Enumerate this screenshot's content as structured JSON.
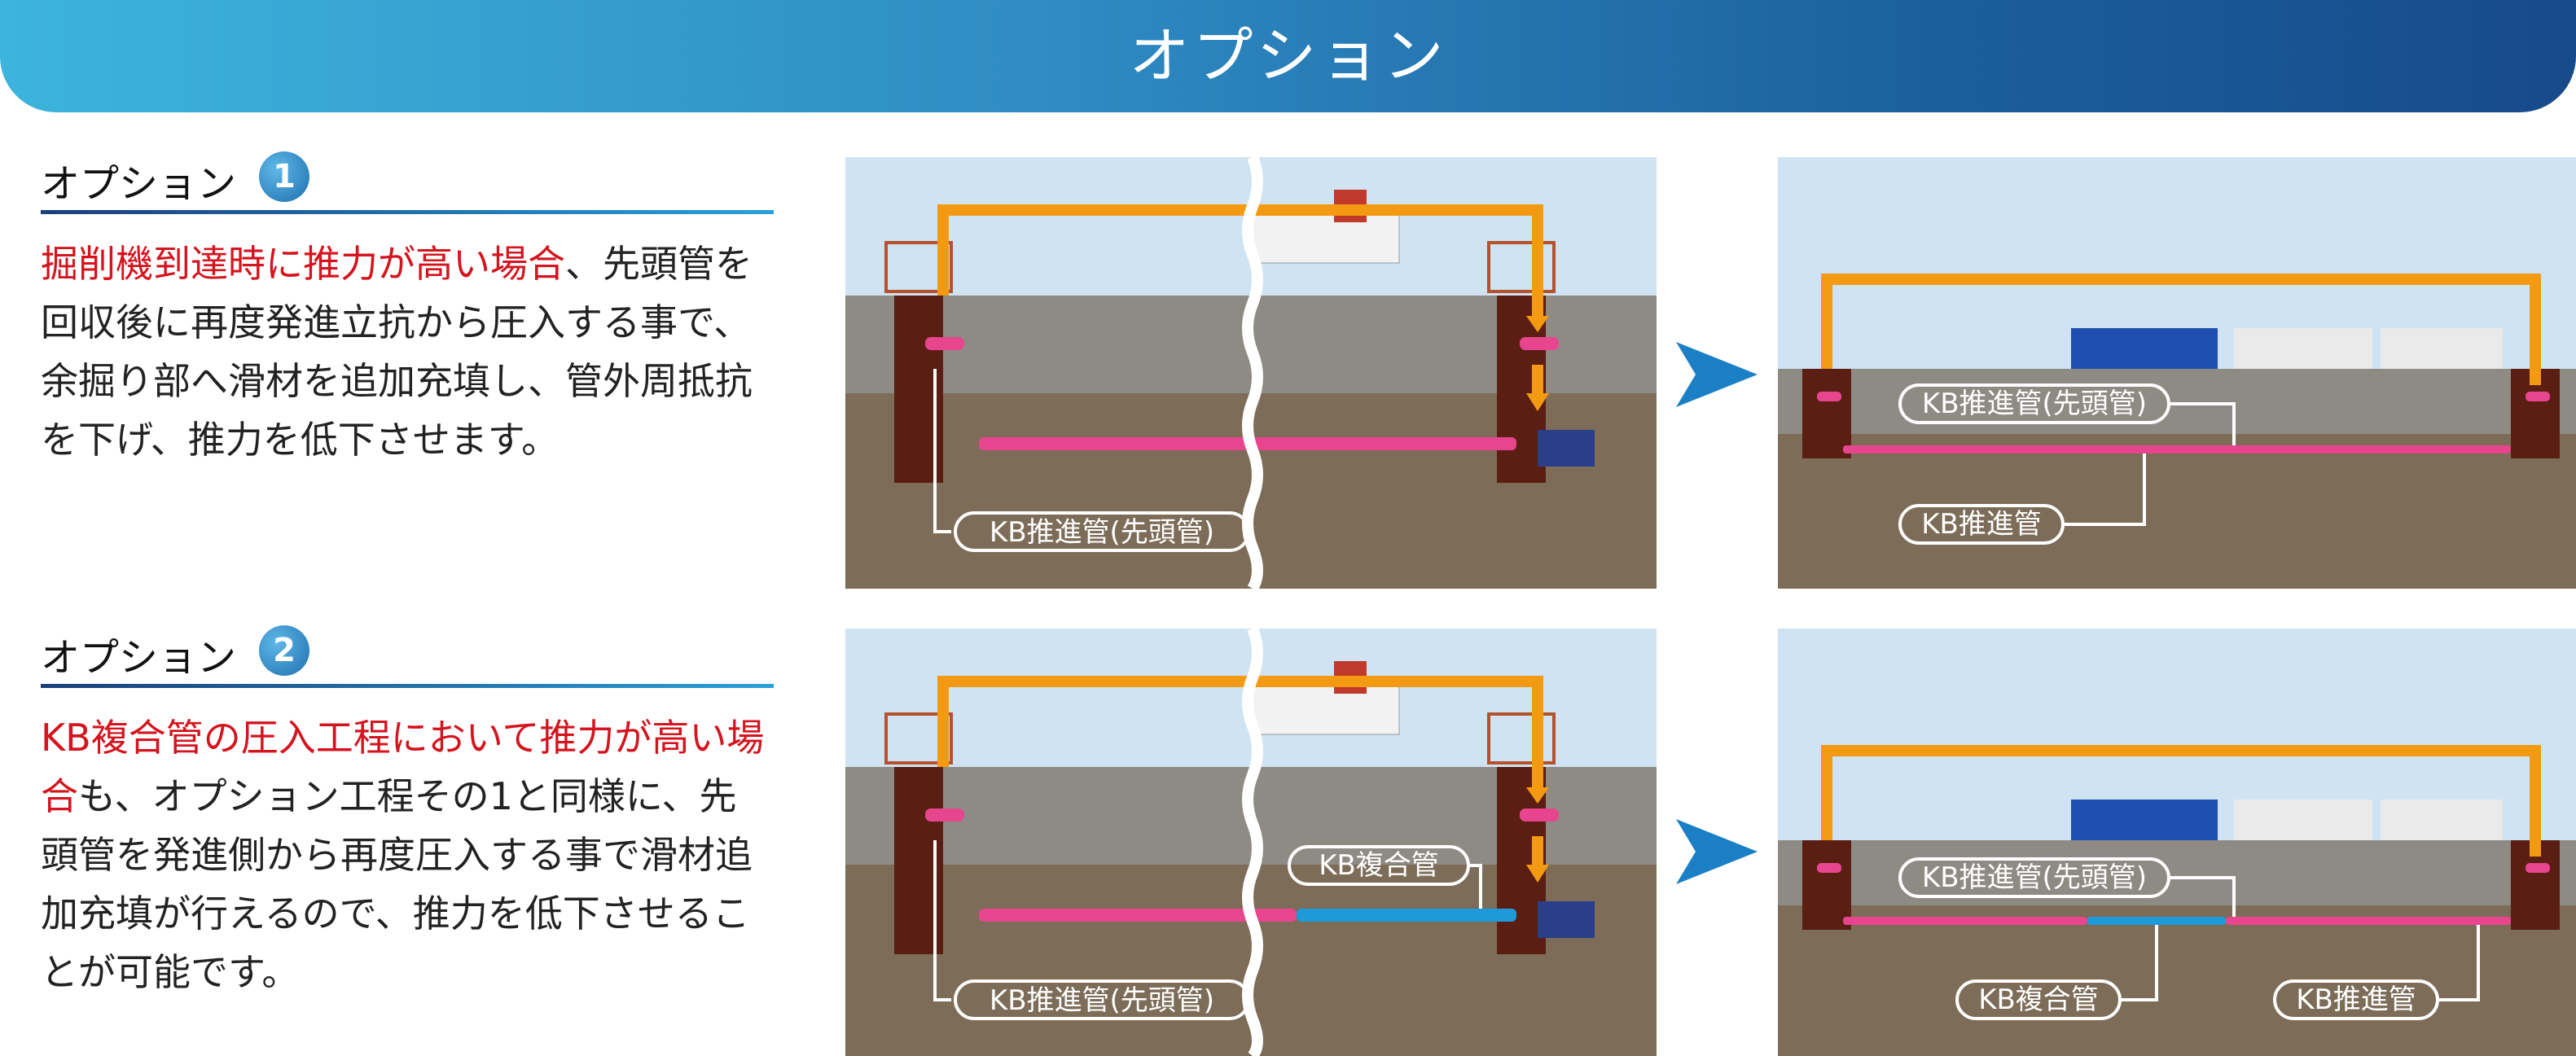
{
  "banner": {
    "title": "オプション"
  },
  "option1": {
    "heading": "オプション",
    "number": "1",
    "text_red": "掘削機到達時に推力が高い場合",
    "text_rest": "、先頭管を回収後に再度発進立抗から圧入する事で、余掘り部へ滑材を追加充填し、管外周抵抗を下げ、推力を低下させます。",
    "left_labels": [
      "KB推進管(先頭管)"
    ],
    "right_labels": [
      "KB推進管(先頭管)",
      "KB推進管"
    ]
  },
  "option2": {
    "heading": "オプション",
    "number": "2",
    "text_red": "KB複合管の圧入工程において推力が高い場合",
    "text_rest": "も、オプション工程その1と同様に、先頭管を発進側から再度圧入する事で滑材追加充填が行えるので、推力を低下させることが可能です。",
    "left_labels": [
      "KB複合管",
      "KB推進管(先頭管)"
    ],
    "right_labels": [
      "KB推進管(先頭管)",
      "KB複合管",
      "KB推進管"
    ]
  },
  "colors": {
    "pipe_pink": "#e8458f",
    "pipe_blue": "#1e9ad8",
    "flow_orange": "#f39a12",
    "shaft_brown": "#5a1e12",
    "ground": "#7d6c58",
    "sky": "#cfe3f2",
    "arrow_blue": "#1a7fc4"
  }
}
